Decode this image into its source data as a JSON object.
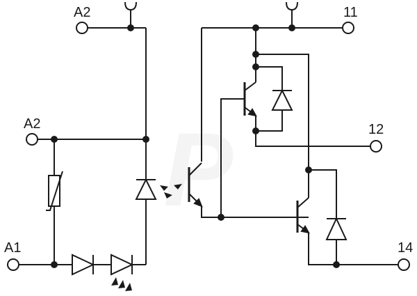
{
  "terminals": {
    "a2_top": "A2",
    "a2_mid": "A2",
    "a1": "A1",
    "t11": "11",
    "t12": "12",
    "t14": "14"
  },
  "watermark": "P",
  "colors": {
    "stroke": "#1a1a1a",
    "background": "#ffffff",
    "watermark": "#f4f4f4"
  },
  "icons": {
    "terminal": "terminal-circle-icon",
    "junction": "junction-dot-icon",
    "diode": "diode-icon",
    "zener": "zener-diode-icon",
    "varistor": "varistor-icon",
    "transistor": "npn-transistor-icon",
    "light": "light-arrows-icon",
    "supply": "supply-fork-icon"
  }
}
